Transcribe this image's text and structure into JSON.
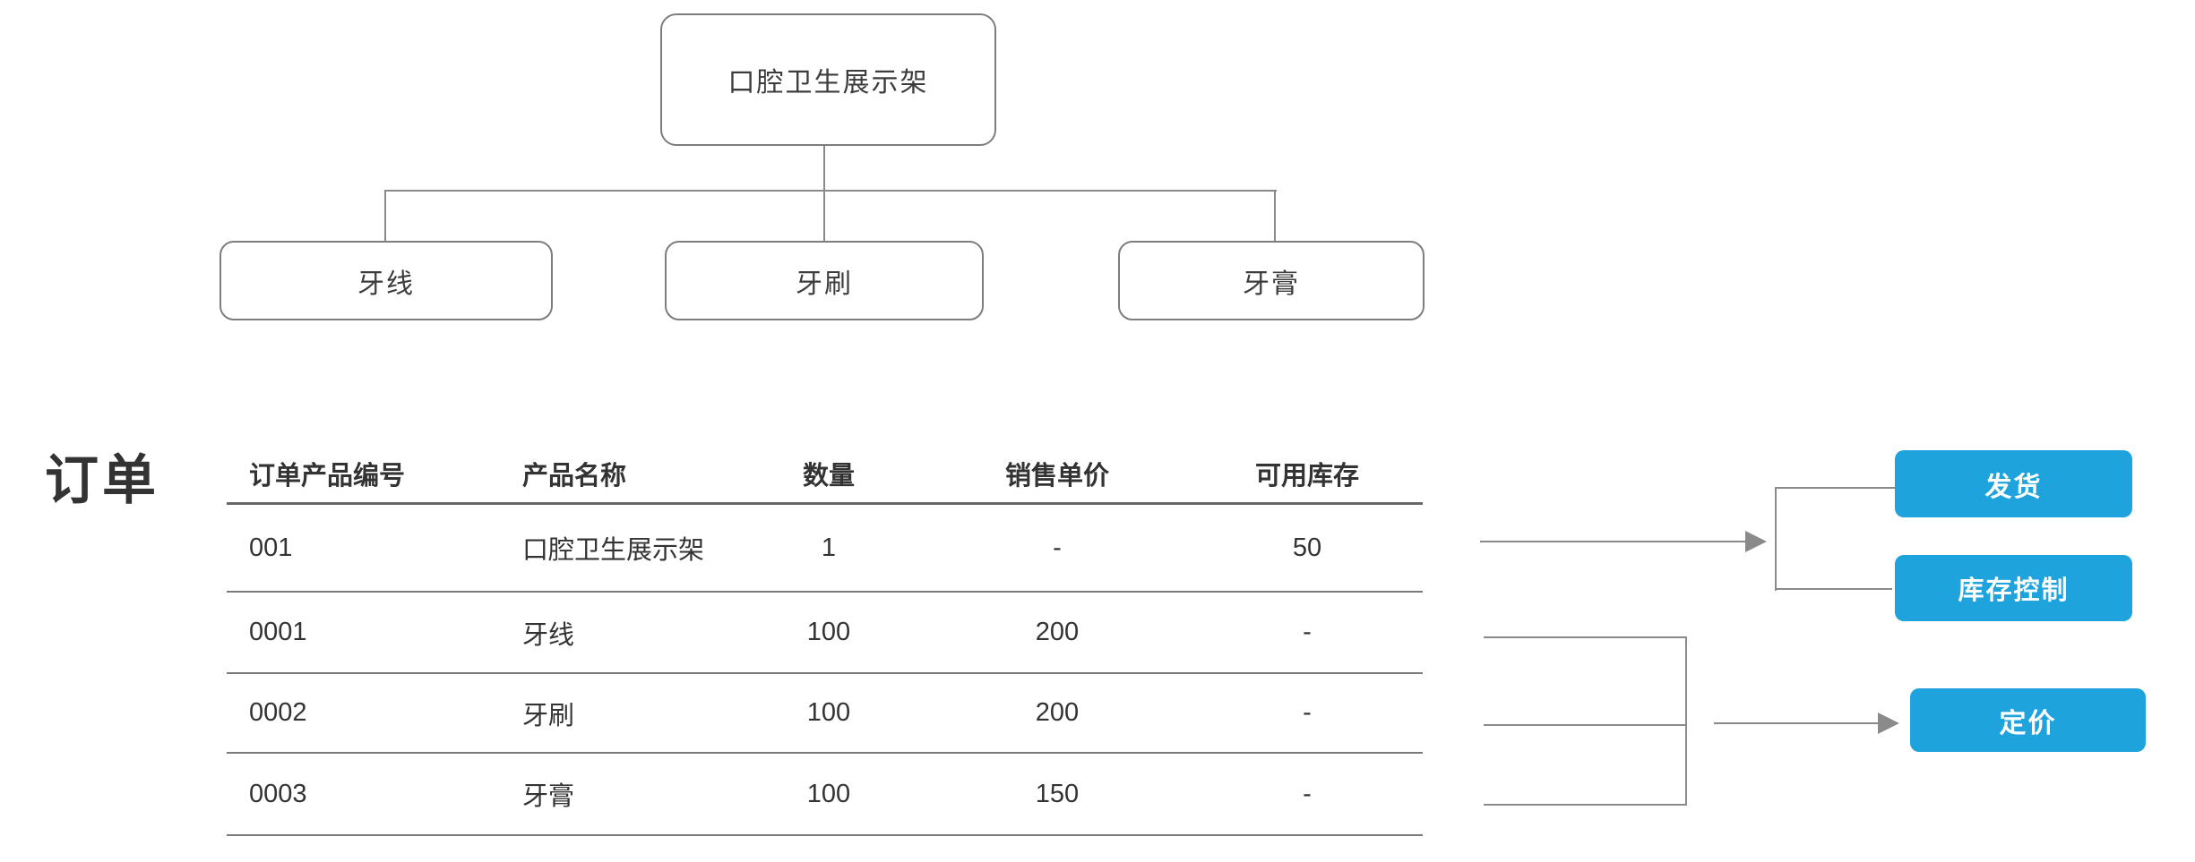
{
  "colors": {
    "accent": "#1ea3dc",
    "connector_line": "#8a8a8a",
    "node_border": "#7d7d7d",
    "text": "#333333"
  },
  "tree": {
    "root": {
      "label": "口腔卫生展示架"
    },
    "children": [
      {
        "label": "牙线"
      },
      {
        "label": "牙刷"
      },
      {
        "label": "牙膏"
      }
    ]
  },
  "order": {
    "title": "订单",
    "table": {
      "columns": [
        "订单产品编号",
        "产品名称",
        "数量",
        "销售单价",
        "可用库存"
      ],
      "rows": [
        [
          "001",
          "口腔卫生展示架",
          "1",
          "-",
          "50"
        ],
        [
          "0001",
          "牙线",
          "100",
          "200",
          "-"
        ],
        [
          "0002",
          "牙刷",
          "100",
          "200",
          "-"
        ],
        [
          "0003",
          "牙膏",
          "100",
          "150",
          "-"
        ]
      ]
    }
  },
  "actions": {
    "ship": "发货",
    "inventory_control": "库存控制",
    "pricing": "定价"
  }
}
